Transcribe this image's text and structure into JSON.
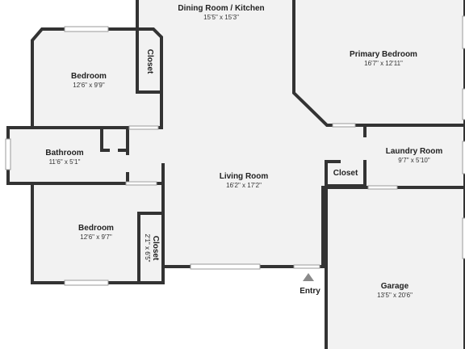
{
  "rooms": {
    "dining_kitchen": {
      "name": "Dining Room / Kitchen",
      "dims": "15'5\" x 15'3\""
    },
    "primary_bedroom": {
      "name": "Primary Bedroom",
      "dims": "16'7\" x 12'11\""
    },
    "bedroom_upper": {
      "name": "Bedroom",
      "dims": "12'6\" x 9'9\""
    },
    "closet_upper": {
      "name": "Closet"
    },
    "bathroom": {
      "name": "Bathroom",
      "dims": "11'6\" x 5'1\""
    },
    "laundry_room": {
      "name": "Laundry Room",
      "dims": "9'7\" x 5'10\""
    },
    "closet_laundry": {
      "name": "Closet"
    },
    "living_room": {
      "name": "Living Room",
      "dims": "16'2\" x 17'2\""
    },
    "bedroom_lower": {
      "name": "Bedroom",
      "dims": "12'6\" x 9'7\""
    },
    "closet_lower": {
      "name": "Closet",
      "dims": "2'1\" x 6'5\""
    },
    "garage": {
      "name": "Garage",
      "dims": "13'5\" x 20'6\""
    }
  },
  "entry": {
    "label": "Entry",
    "marker": "triangle-up"
  },
  "colors": {
    "wall": "#333333",
    "floor": "#f2f2f2",
    "window": "#9a9a9a",
    "marker": "#8a8a8a"
  }
}
